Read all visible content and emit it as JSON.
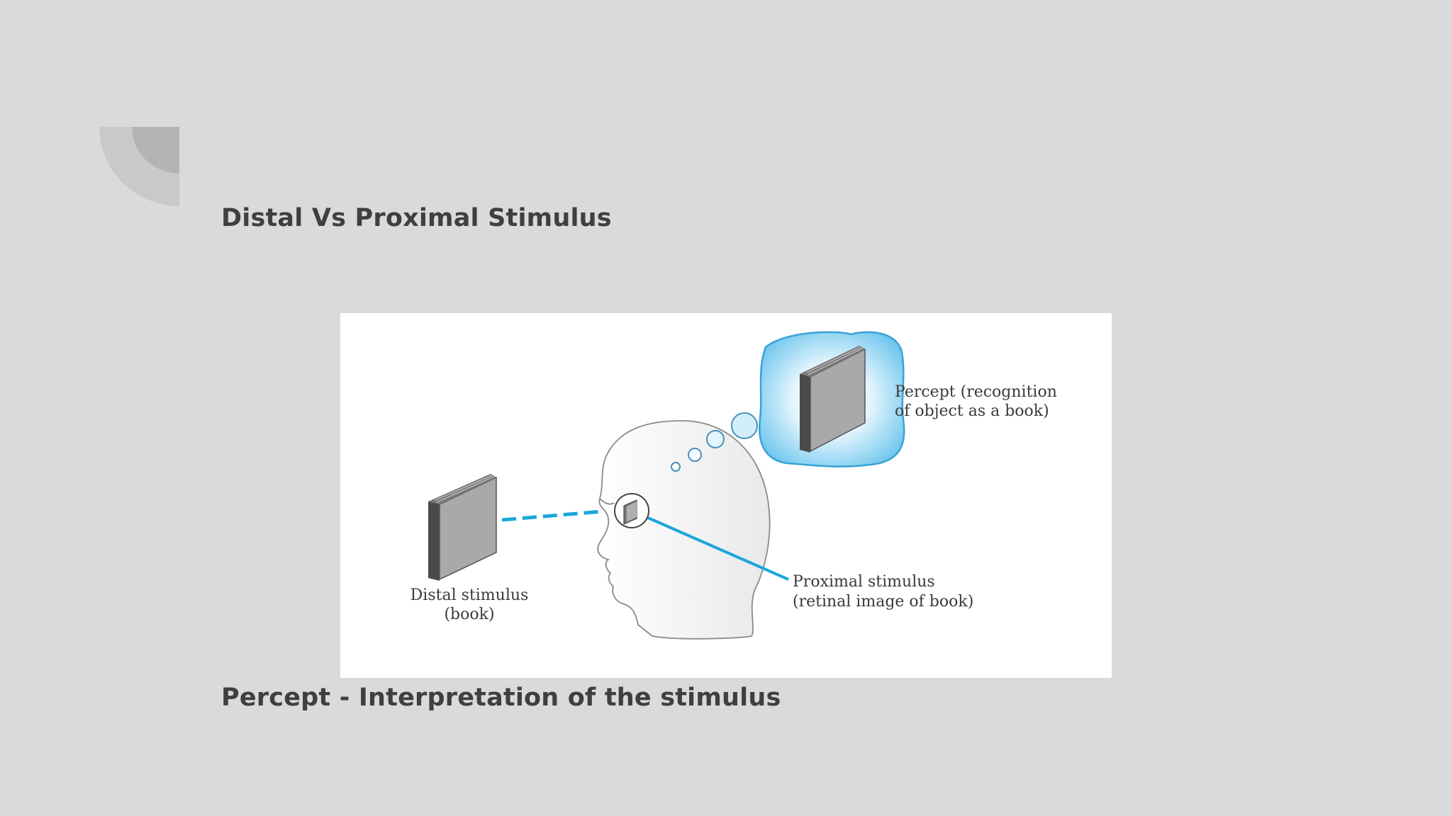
{
  "slide": {
    "title": "Distal Vs Proximal Stimulus",
    "subtitle": "Percept - Interpretation of the stimulus"
  },
  "figure": {
    "distal_label_line1": "Distal stimulus",
    "distal_label_line2": "(book)",
    "proximal_label_line1": "Proximal stimulus",
    "proximal_label_line2": "(retinal image of book)",
    "percept_label_line1": "Percept (recognition",
    "percept_label_line2": "of object as a book)"
  },
  "colors": {
    "background": "#dadada",
    "title_text": "#3f3f3f",
    "accent_blue": "#1aa7d9",
    "thought_cloud": "#8fd3f2"
  }
}
